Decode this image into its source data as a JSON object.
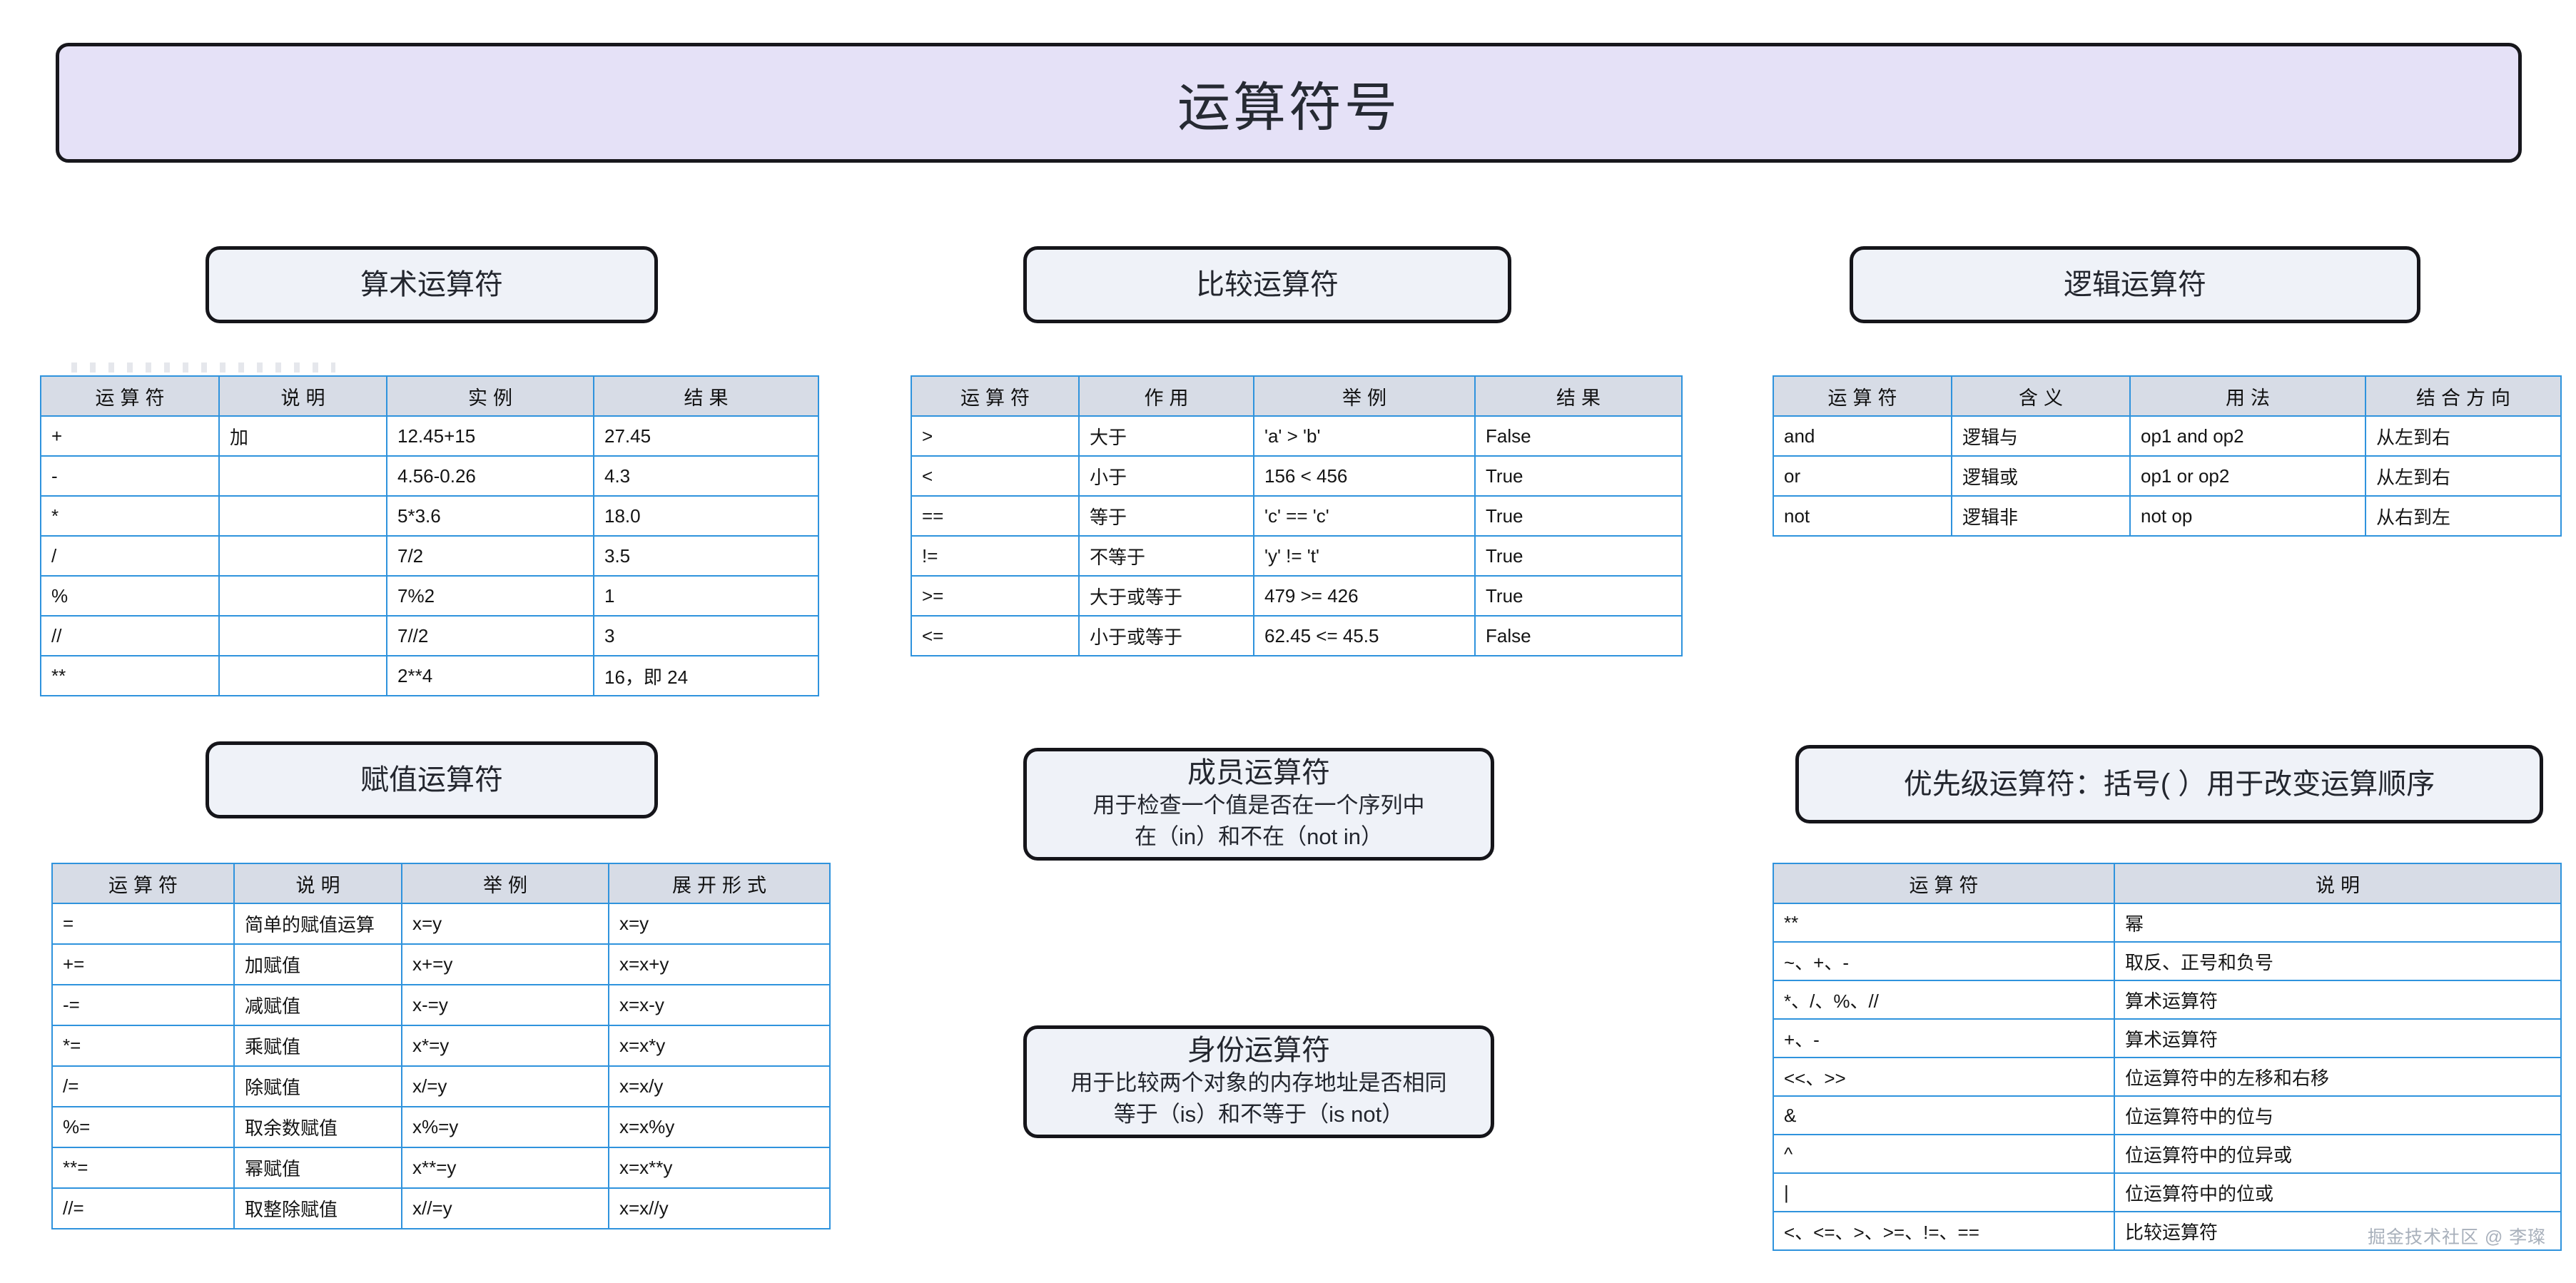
{
  "page": {
    "title": "运算符号",
    "watermark": "掘金技术社区 @ 李璨",
    "colors": {
      "banner_fill": "#e5e1f7",
      "banner_border": "#17171c",
      "section_fill": "#eff2f8",
      "section_border": "#15151a",
      "table_grid": "#2f93dd",
      "table_header_fill": "#d7dce6",
      "text": "#141414"
    }
  },
  "sections": {
    "arithmetic": {
      "title": "算术运算符"
    },
    "comparison": {
      "title": "比较运算符"
    },
    "logical": {
      "title": "逻辑运算符"
    },
    "assignment": {
      "title": "赋值运算符"
    },
    "membership": {
      "title": "成员运算符",
      "line1": "用于检查一个值是否在一个序列中",
      "line2": "在（in）和不在（not in）"
    },
    "identity": {
      "title": "身份运算符",
      "line1": "用于比较两个对象的内存地址是否相同",
      "line2": "等于（is）和不等于（is not）"
    },
    "priority": {
      "title": "优先级运算符：括号( ）用于改变运算顺序"
    }
  },
  "tables": {
    "arithmetic": {
      "headers": [
        "运算符",
        "说明",
        "实例",
        "结果"
      ],
      "rows": [
        [
          "+",
          "加",
          "12.45+15",
          "27.45"
        ],
        [
          "-",
          "",
          "4.56-0.26",
          "4.3"
        ],
        [
          "*",
          "",
          "5*3.6",
          "18.0"
        ],
        [
          "/",
          "",
          "7/2",
          "3.5"
        ],
        [
          "%",
          "",
          "7%2",
          "1"
        ],
        [
          "//",
          "",
          "7//2",
          "3"
        ],
        [
          "**",
          "",
          "2**4",
          "16，即 24"
        ]
      ]
    },
    "comparison": {
      "headers": [
        "运算符",
        "作用",
        "举例",
        "结果"
      ],
      "rows": [
        [
          ">",
          "大于",
          "'a' > 'b'",
          "False"
        ],
        [
          "<",
          "小于",
          "156 < 456",
          "True"
        ],
        [
          "==",
          "等于",
          "'c' == 'c'",
          "True"
        ],
        [
          "!=",
          "不等于",
          "'y' != 't'",
          "True"
        ],
        [
          ">=",
          "大于或等于",
          "479 >= 426",
          "True"
        ],
        [
          "<=",
          "小于或等于",
          "62.45 <= 45.5",
          "False"
        ]
      ]
    },
    "logical": {
      "headers": [
        "运算符",
        "含义",
        "用法",
        "结合方向"
      ],
      "rows": [
        [
          "and",
          "逻辑与",
          "op1 and op2",
          "从左到右"
        ],
        [
          "or",
          "逻辑或",
          "op1 or op2",
          "从左到右"
        ],
        [
          "not",
          "逻辑非",
          "not op",
          "从右到左"
        ]
      ]
    },
    "assignment": {
      "headers": [
        "运算符",
        "说明",
        "举例",
        "展开形式"
      ],
      "rows": [
        [
          "=",
          "简单的赋值运算",
          "x=y",
          "x=y"
        ],
        [
          "+=",
          "加赋值",
          "x+=y",
          "x=x+y"
        ],
        [
          "-=",
          "减赋值",
          "x-=y",
          "x=x-y"
        ],
        [
          "*=",
          "乘赋值",
          "x*=y",
          "x=x*y"
        ],
        [
          "/=",
          "除赋值",
          "x/=y",
          "x=x/y"
        ],
        [
          "%=",
          "取余数赋值",
          "x%=y",
          "x=x%y"
        ],
        [
          "**=",
          "幂赋值",
          "x**=y",
          "x=x**y"
        ],
        [
          "//=",
          "取整除赋值",
          "x//=y",
          "x=x//y"
        ]
      ]
    },
    "priority": {
      "headers": [
        "运算符",
        "说明"
      ],
      "rows": [
        [
          "**",
          "幂"
        ],
        [
          "~、+、-",
          "取反、正号和负号"
        ],
        [
          "*、/、%、//",
          "算术运算符"
        ],
        [
          "+、-",
          "算术运算符"
        ],
        [
          "<<、>>",
          "位运算符中的左移和右移"
        ],
        [
          "&",
          "位运算符中的位与"
        ],
        [
          "^",
          "位运算符中的位异或"
        ],
        [
          "|",
          "位运算符中的位或"
        ],
        [
          "<、<=、>、>=、!=、==",
          "比较运算符"
        ]
      ]
    }
  }
}
